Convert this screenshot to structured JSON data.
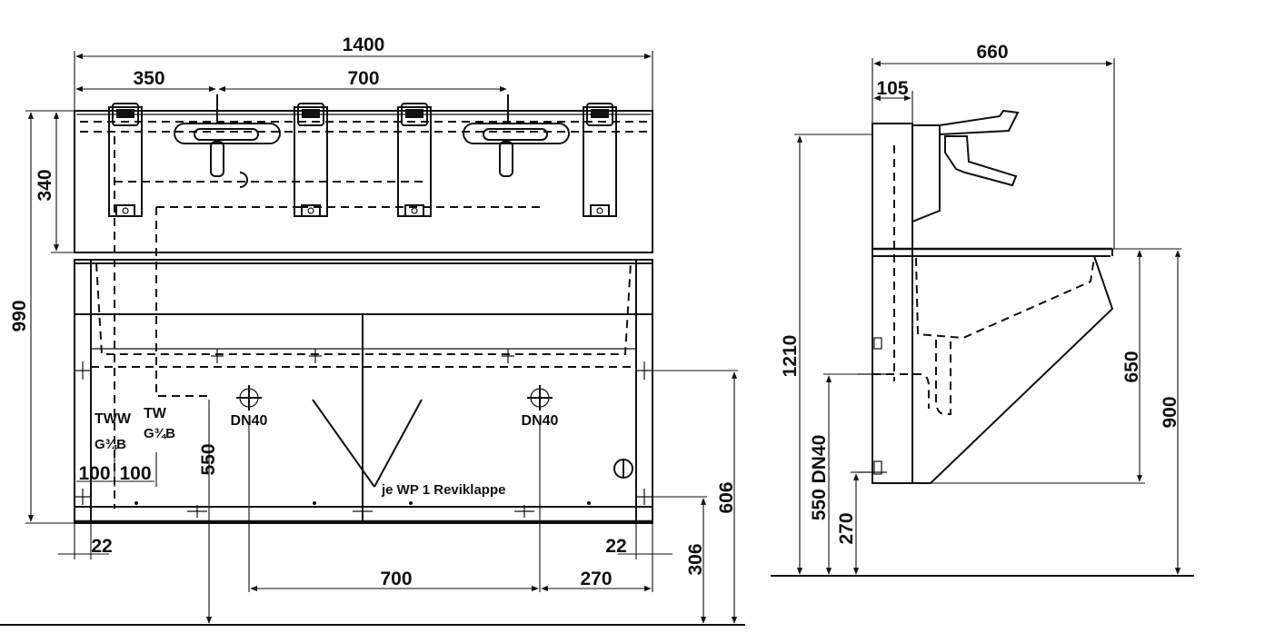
{
  "front_view": {
    "dims": {
      "total_width": "1400",
      "tap_offset": "350",
      "tap_spacing": "700",
      "panel_height": "340",
      "total_height": "990",
      "drain_spacing": "700",
      "side_offset": "270",
      "edge_left": "22",
      "edge_right": "22",
      "supply_height": "550",
      "overflow_height": "606",
      "bottom_height": "306",
      "supply_spacing_a": "100",
      "supply_spacing_b": "100"
    },
    "labels": {
      "tww": "TWW",
      "tww_thread": "G¾B",
      "tw": "TW",
      "tw_thread": "G¾B",
      "drain_left": "DN40",
      "drain_right": "DN40",
      "access_note": "je WP 1 Reviklappe"
    }
  },
  "side_view": {
    "dims": {
      "depth": "660",
      "panel_depth": "105",
      "total_height": "1210",
      "basin_height": "650",
      "rim_height": "900",
      "drain_label": "550 DN40",
      "bottom_height": "270"
    }
  }
}
